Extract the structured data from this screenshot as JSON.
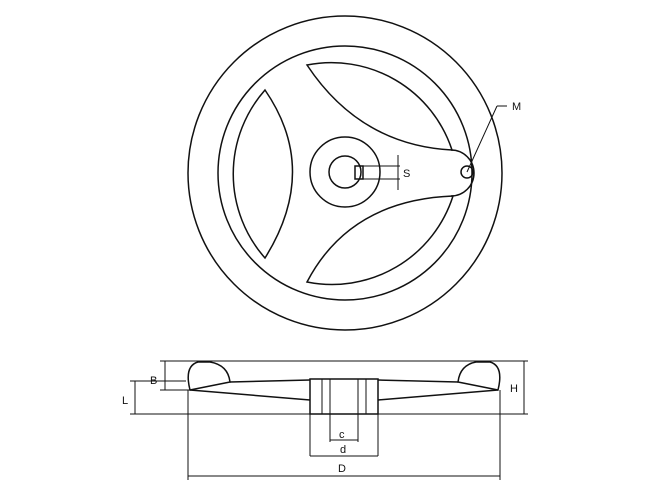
{
  "labels": {
    "M": "M",
    "S": "S",
    "B": "B",
    "L": "L",
    "H": "H",
    "c": "c",
    "d": "d",
    "D": "D"
  }
}
